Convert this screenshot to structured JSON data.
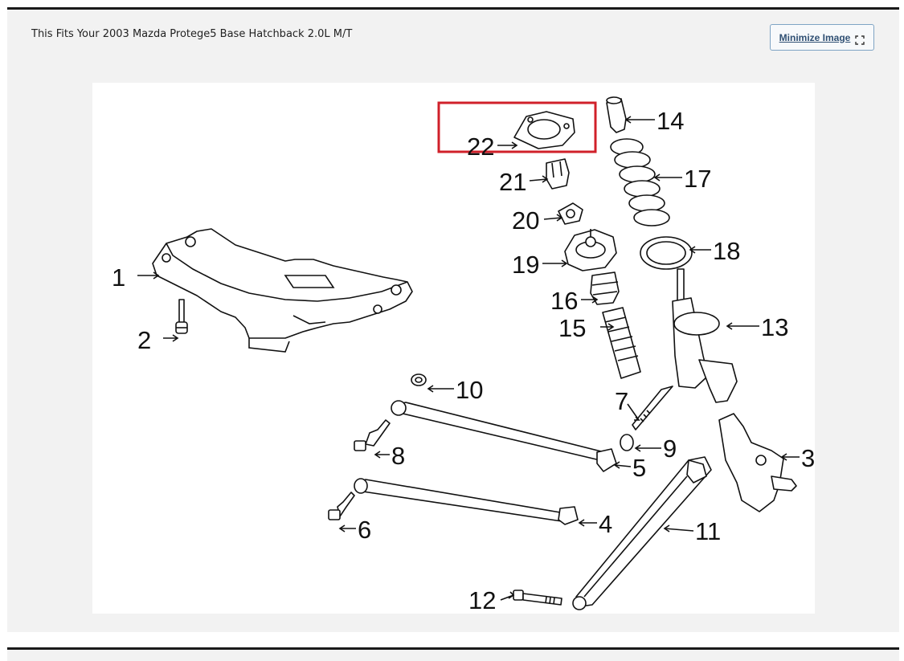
{
  "fitment_text": "This Fits Your 2003 Mazda Protege5 Base Hatchback 2.0L M/T",
  "minimize_button": {
    "label": "Minimize Image",
    "icon": "expand-icon"
  },
  "diagram": {
    "callouts": [
      "1",
      "2",
      "3",
      "4",
      "5",
      "6",
      "7",
      "8",
      "9",
      "10",
      "11",
      "12",
      "13",
      "14",
      "15",
      "16",
      "17",
      "18",
      "19",
      "20",
      "21",
      "22"
    ],
    "highlighted_callout": "22",
    "highlight_color": "#d0202a"
  }
}
